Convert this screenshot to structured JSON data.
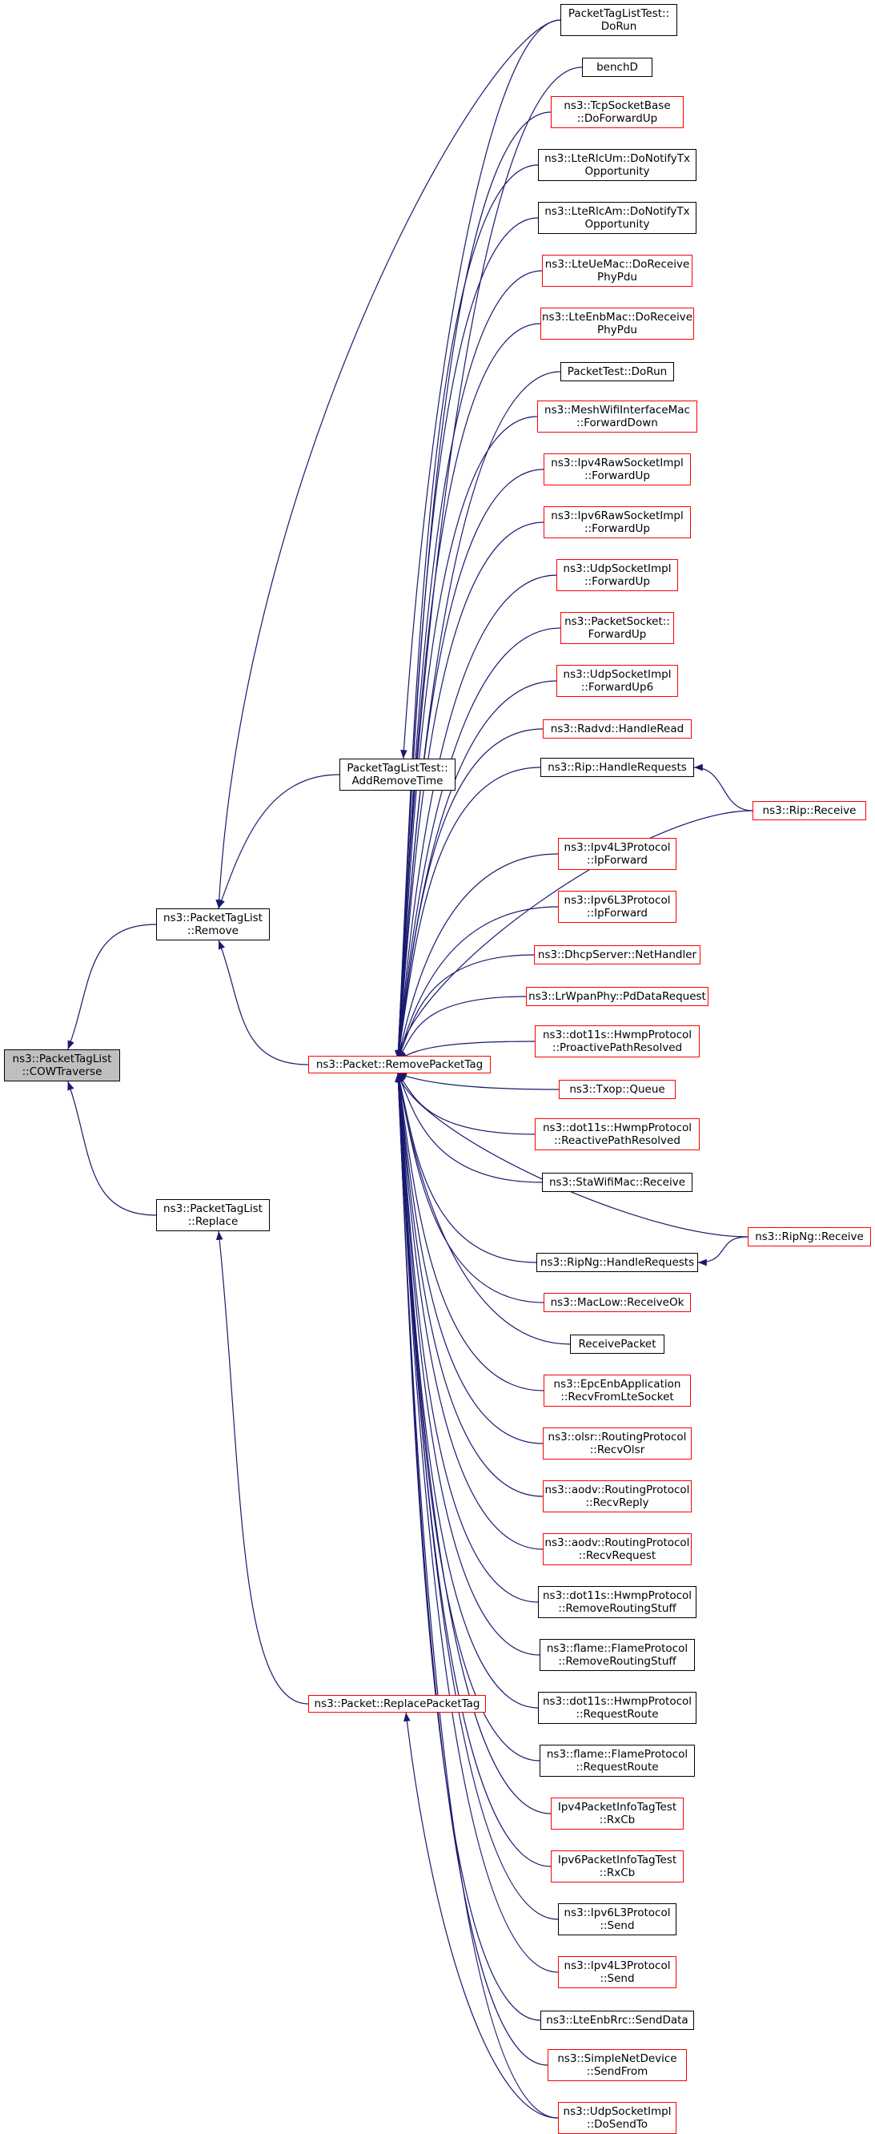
{
  "colors": {
    "edge": "#191970",
    "border": "#000000",
    "border_truncated": "#ff0000",
    "focus_fill": "#bfbfbf"
  },
  "nodes": [
    {
      "id": "cow",
      "lines": [
        "ns3::PacketTagList",
        "::COWTraverse"
      ],
      "style": "focus"
    },
    {
      "id": "rem",
      "lines": [
        "ns3::PacketTagList",
        "::Remove"
      ],
      "style": "normal"
    },
    {
      "id": "rep",
      "lines": [
        "ns3::PacketTagList",
        "::Replace"
      ],
      "style": "normal"
    },
    {
      "id": "addrt",
      "lines": [
        "PacketTagListTest::",
        "AddRemoveTime"
      ],
      "style": "normal"
    },
    {
      "id": "rpt",
      "lines": [
        "ns3::Packet::RemovePacketTag"
      ],
      "style": "red"
    },
    {
      "id": "rplpt",
      "lines": [
        "ns3::Packet::ReplacePacketTag"
      ],
      "style": "red"
    },
    {
      "id": "ptl_dorun",
      "lines": [
        "PacketTagListTest::",
        "DoRun"
      ],
      "style": "normal"
    },
    {
      "id": "benchd",
      "lines": [
        "benchD"
      ],
      "style": "normal"
    },
    {
      "id": "tcp",
      "lines": [
        "ns3::TcpSocketBase",
        "::DoForwardUp"
      ],
      "style": "red"
    },
    {
      "id": "rlcum",
      "lines": [
        "ns3::LteRlcUm::DoNotifyTx",
        "Opportunity"
      ],
      "style": "normal"
    },
    {
      "id": "rlcam",
      "lines": [
        "ns3::LteRlcAm::DoNotifyTx",
        "Opportunity"
      ],
      "style": "normal"
    },
    {
      "id": "uemac",
      "lines": [
        "ns3::LteUeMac::DoReceive",
        "PhyPdu"
      ],
      "style": "red"
    },
    {
      "id": "enbmac",
      "lines": [
        "ns3::LteEnbMac::DoReceive",
        "PhyPdu"
      ],
      "style": "red"
    },
    {
      "id": "pkt_dorun",
      "lines": [
        "PacketTest::DoRun"
      ],
      "style": "normal"
    },
    {
      "id": "mesh",
      "lines": [
        "ns3::MeshWifiInterfaceMac",
        "::ForwardDown"
      ],
      "style": "red"
    },
    {
      "id": "ipv4raw",
      "lines": [
        "ns3::Ipv4RawSocketImpl",
        "::ForwardUp"
      ],
      "style": "red"
    },
    {
      "id": "ipv6raw",
      "lines": [
        "ns3::Ipv6RawSocketImpl",
        "::ForwardUp"
      ],
      "style": "red"
    },
    {
      "id": "udpfu",
      "lines": [
        "ns3::UdpSocketImpl",
        "::ForwardUp"
      ],
      "style": "red"
    },
    {
      "id": "pktsock",
      "lines": [
        "ns3::PacketSocket::",
        "ForwardUp"
      ],
      "style": "red"
    },
    {
      "id": "udpfu6",
      "lines": [
        "ns3::UdpSocketImpl",
        "::ForwardUp6"
      ],
      "style": "red"
    },
    {
      "id": "radvd",
      "lines": [
        "ns3::Radvd::HandleRead"
      ],
      "style": "red"
    },
    {
      "id": "riphr",
      "lines": [
        "ns3::Rip::HandleRequests"
      ],
      "style": "normal"
    },
    {
      "id": "ripr",
      "lines": [
        "ns3::Rip::Receive"
      ],
      "style": "red"
    },
    {
      "id": "ipv4fwd",
      "lines": [
        "ns3::Ipv4L3Protocol",
        "::IpForward"
      ],
      "style": "red"
    },
    {
      "id": "ipv6fwd",
      "lines": [
        "ns3::Ipv6L3Protocol",
        "::IpForward"
      ],
      "style": "red"
    },
    {
      "id": "dhcp",
      "lines": [
        "ns3::DhcpServer::NetHandler"
      ],
      "style": "red"
    },
    {
      "id": "lrwpan",
      "lines": [
        "ns3::LrWpanPhy::PdDataRequest"
      ],
      "style": "red"
    },
    {
      "id": "hwmppro",
      "lines": [
        "ns3::dot11s::HwmpProtocol",
        "::ProactivePathResolved"
      ],
      "style": "red"
    },
    {
      "id": "txop",
      "lines": [
        "ns3::Txop::Queue"
      ],
      "style": "red"
    },
    {
      "id": "hwmprea",
      "lines": [
        "ns3::dot11s::HwmpProtocol",
        "::ReactivePathResolved"
      ],
      "style": "red"
    },
    {
      "id": "sta",
      "lines": [
        "ns3::StaWifiMac::Receive"
      ],
      "style": "normal"
    },
    {
      "id": "ripngr",
      "lines": [
        "ns3::RipNg::Receive"
      ],
      "style": "red"
    },
    {
      "id": "ripnghr",
      "lines": [
        "ns3::RipNg::HandleRequests"
      ],
      "style": "normal"
    },
    {
      "id": "maclow",
      "lines": [
        "ns3::MacLow::ReceiveOk"
      ],
      "style": "red"
    },
    {
      "id": "recvpkt",
      "lines": [
        "ReceivePacket"
      ],
      "style": "normal"
    },
    {
      "id": "epc",
      "lines": [
        "ns3::EpcEnbApplication",
        "::RecvFromLteSocket"
      ],
      "style": "red"
    },
    {
      "id": "olsr",
      "lines": [
        "ns3::olsr::RoutingProtocol",
        "::RecvOlsr"
      ],
      "style": "red"
    },
    {
      "id": "aodvrep",
      "lines": [
        "ns3::aodv::RoutingProtocol",
        "::RecvReply"
      ],
      "style": "red"
    },
    {
      "id": "aodvreq",
      "lines": [
        "ns3::aodv::RoutingProtocol",
        "::RecvRequest"
      ],
      "style": "red"
    },
    {
      "id": "hwmprrs",
      "lines": [
        "ns3::dot11s::HwmpProtocol",
        "::RemoveRoutingStuff"
      ],
      "style": "normal"
    },
    {
      "id": "flamerrs",
      "lines": [
        "ns3::flame::FlameProtocol",
        "::RemoveRoutingStuff"
      ],
      "style": "normal"
    },
    {
      "id": "hwmpreq",
      "lines": [
        "ns3::dot11s::HwmpProtocol",
        "::RequestRoute"
      ],
      "style": "normal"
    },
    {
      "id": "flamereq",
      "lines": [
        "ns3::flame::FlameProtocol",
        "::RequestRoute"
      ],
      "style": "normal"
    },
    {
      "id": "ipv4rx",
      "lines": [
        "Ipv4PacketInfoTagTest",
        "::RxCb"
      ],
      "style": "red"
    },
    {
      "id": "ipv6rx",
      "lines": [
        "Ipv6PacketInfoTagTest",
        "::RxCb"
      ],
      "style": "red"
    },
    {
      "id": "ipv6send",
      "lines": [
        "ns3::Ipv6L3Protocol",
        "::Send"
      ],
      "style": "normal"
    },
    {
      "id": "ipv4send",
      "lines": [
        "ns3::Ipv4L3Protocol",
        "::Send"
      ],
      "style": "red"
    },
    {
      "id": "rrc",
      "lines": [
        "ns3::LteEnbRrc::SendData"
      ],
      "style": "normal"
    },
    {
      "id": "simple",
      "lines": [
        "ns3::SimpleNetDevice",
        "::SendFrom"
      ],
      "style": "red"
    },
    {
      "id": "udpsend",
      "lines": [
        "ns3::UdpSocketImpl",
        "::DoSendTo"
      ],
      "style": "red"
    }
  ],
  "edges": [
    {
      "from": "rem",
      "to": "cow"
    },
    {
      "from": "rep",
      "to": "cow"
    },
    {
      "from": "ptl_dorun",
      "to": "rem"
    },
    {
      "from": "addrt",
      "to": "rem"
    },
    {
      "from": "rpt",
      "to": "rem"
    },
    {
      "from": "ptl_dorun",
      "to": "addrt"
    },
    {
      "from": "rplpt",
      "to": "rep"
    },
    {
      "from": "benchd",
      "to": "rpt"
    },
    {
      "from": "tcp",
      "to": "rpt"
    },
    {
      "from": "rlcum",
      "to": "rpt"
    },
    {
      "from": "rlcam",
      "to": "rpt"
    },
    {
      "from": "uemac",
      "to": "rpt"
    },
    {
      "from": "enbmac",
      "to": "rpt"
    },
    {
      "from": "pkt_dorun",
      "to": "rpt"
    },
    {
      "from": "mesh",
      "to": "rpt"
    },
    {
      "from": "ipv4raw",
      "to": "rpt"
    },
    {
      "from": "ipv6raw",
      "to": "rpt"
    },
    {
      "from": "udpfu",
      "to": "rpt"
    },
    {
      "from": "pktsock",
      "to": "rpt"
    },
    {
      "from": "udpfu6",
      "to": "rpt"
    },
    {
      "from": "radvd",
      "to": "rpt"
    },
    {
      "from": "riphr",
      "to": "rpt"
    },
    {
      "from": "ripr",
      "to": "rpt"
    },
    {
      "from": "ripr",
      "to": "riphr"
    },
    {
      "from": "ipv4fwd",
      "to": "rpt"
    },
    {
      "from": "ipv6fwd",
      "to": "rpt"
    },
    {
      "from": "dhcp",
      "to": "rpt"
    },
    {
      "from": "lrwpan",
      "to": "rpt"
    },
    {
      "from": "hwmppro",
      "to": "rpt"
    },
    {
      "from": "txop",
      "to": "rpt"
    },
    {
      "from": "hwmprea",
      "to": "rpt"
    },
    {
      "from": "sta",
      "to": "rpt"
    },
    {
      "from": "ripngr",
      "to": "rpt"
    },
    {
      "from": "ripngr",
      "to": "ripnghr"
    },
    {
      "from": "ripnghr",
      "to": "rpt"
    },
    {
      "from": "maclow",
      "to": "rpt"
    },
    {
      "from": "recvpkt",
      "to": "rpt"
    },
    {
      "from": "epc",
      "to": "rpt"
    },
    {
      "from": "olsr",
      "to": "rpt"
    },
    {
      "from": "aodvrep",
      "to": "rpt"
    },
    {
      "from": "aodvreq",
      "to": "rpt"
    },
    {
      "from": "hwmprrs",
      "to": "rpt"
    },
    {
      "from": "flamerrs",
      "to": "rpt"
    },
    {
      "from": "hwmpreq",
      "to": "rpt"
    },
    {
      "from": "flamereq",
      "to": "rpt"
    },
    {
      "from": "ipv4rx",
      "to": "rpt"
    },
    {
      "from": "ipv6rx",
      "to": "rpt"
    },
    {
      "from": "ipv6send",
      "to": "rpt"
    },
    {
      "from": "ipv4send",
      "to": "rpt"
    },
    {
      "from": "rrc",
      "to": "rpt"
    },
    {
      "from": "simple",
      "to": "rpt"
    },
    {
      "from": "udpsend",
      "to": "rpt"
    },
    {
      "from": "udpsend",
      "to": "rplpt"
    }
  ]
}
